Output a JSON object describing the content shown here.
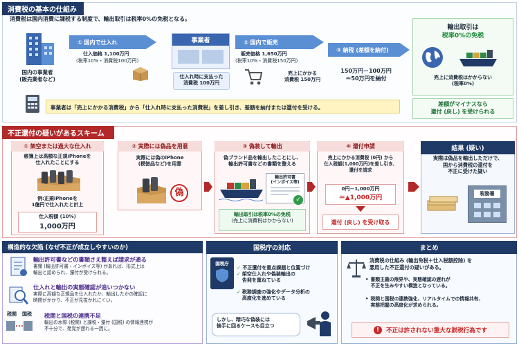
{
  "sec1": {
    "title": "消費税の基本の仕組み",
    "intro": "消費税は国内消費に課税する制度で、輸出取引は税率0%の免税となる。",
    "business_label": "国内の事業者\n(販売業者など)",
    "step1": "① 国内で仕入れ",
    "step1_price": "仕入価格 1,100万円",
    "step1_tax": "(税率10%・消費税100万円)",
    "biz_sign": "事業者",
    "paid_tax": "仕入れ時に支払った\n消費税 100万円",
    "step2": "② 国内で販売",
    "step2_price": "販売価格 1,650万円",
    "step2_tax": "(税率10%・消費税150万円)",
    "sale_tax": "売上にかかる\n消費税 150万円",
    "step3": "③ 納税 (差額を納付)",
    "pay_calc": "150万円－100万円\n＝50万円を納付",
    "export_title": "輸出取引は",
    "export_rate": "税率0%の免税",
    "export_note": "売上に消費税はかからない\n(税率0%)",
    "summary": "事業者は「売上にかかる消費税」から「仕入れ時に支払った消費税」を差し引き、差額を納付または還付を受ける。",
    "refund_note": "差額がマイナスなら\n還付 (戻し) を受けられる"
  },
  "sec2": {
    "title": "不正還付の疑いがあるスキーム",
    "s1_head": "① 架空または過大な仕入れ",
    "s1_text": "帳簿上は高額な正規iPhoneを\n仕入れたことにする",
    "s1_example": "例:正規iPhoneを\n1億円で仕入れたと計上",
    "s1_tax_label": "仕入税額 (10%)",
    "s1_tax_value": "1,000万円",
    "s2_head": "② 実際には偽品を用意",
    "s2_text": "実際には偽のiPhone\n(模倣品など)を用意",
    "s2_stamp": "偽",
    "s3_head": "③ 偽装して輸出",
    "s3_text": "偽ブランド品を輸出したことにし、\n輸出許可書などの書類を整える",
    "s3_doc": "輸出許可書\n(インボイス等)",
    "s3_note_a": "輸出取引は税率0%の免税",
    "s3_note_b": "(売上に消費税はかからない)",
    "s4_head": "④ 還付申請",
    "s4_text": "売上にかかる消費税 (0円) から\n仕入税額(1,000万円)を差し引き、\n還付を請求",
    "s4_calc_a": "0円－1,000万円",
    "s4_calc_b": "＝▲1,000万円",
    "s4_result": "還付 (戻し) を受け取る",
    "result_head": "結果 (疑い)",
    "result_text": "実際は偽品を輸出しただけで、\n国から消費税の還付を\n不正に受けた疑い",
    "office_sign": "税務署"
  },
  "sec3": {
    "title": "構造的な欠陥 (なぜ不正が成立しやすいのか)",
    "p1_title": "輸出許可書などの書類さえ整えば請求が通る",
    "p1_text": "書類 (輸出許可書・インボイス等) があれば、形式上は\n輸出と認められ、還付が受けられる。",
    "p2_title": "仕入れと輸出の実態確認が追いつかない",
    "p2_text": "実際に高額な正規品を仕入れたか、輸出したかの確認に\n時間がかかり、不正が見抜かれにくい。",
    "p3_title": "税関と国税の連携不足",
    "p3_text": "輸出の水際 (税関) と課税・還付 (国税) の情報連携が\n不十分で、発覚が遅れる一因に。",
    "p3_a": "税関",
    "p3_b": "国税"
  },
  "sec4": {
    "title": "国税庁の対応",
    "badge": "国税庁",
    "items": [
      "不正還付を重点課題と位置づけ",
      "架空仕入れや偽装輸出の\n告発を重ねている",
      "税務調査の強化やデータ分析の\n高度化を進めている"
    ],
    "bubble": "しかし、精巧な偽装には\n後手に回るケースも目立つ"
  },
  "sec5": {
    "title": "まとめ",
    "lead": "消費税の仕組み (輸出免税＋仕入税額控除) を\n悪用した不正還付の疑いがある。",
    "bullets": [
      "書類主義の限界や、実態確認の遅れが\n不正を生みやすい構造となっている。",
      "税関と国税の連携強化、リアルタイムでの情報共有、\n実態把握の高度化が求められる。"
    ],
    "warning": "不正は許されない重大な脱税行為です"
  }
}
